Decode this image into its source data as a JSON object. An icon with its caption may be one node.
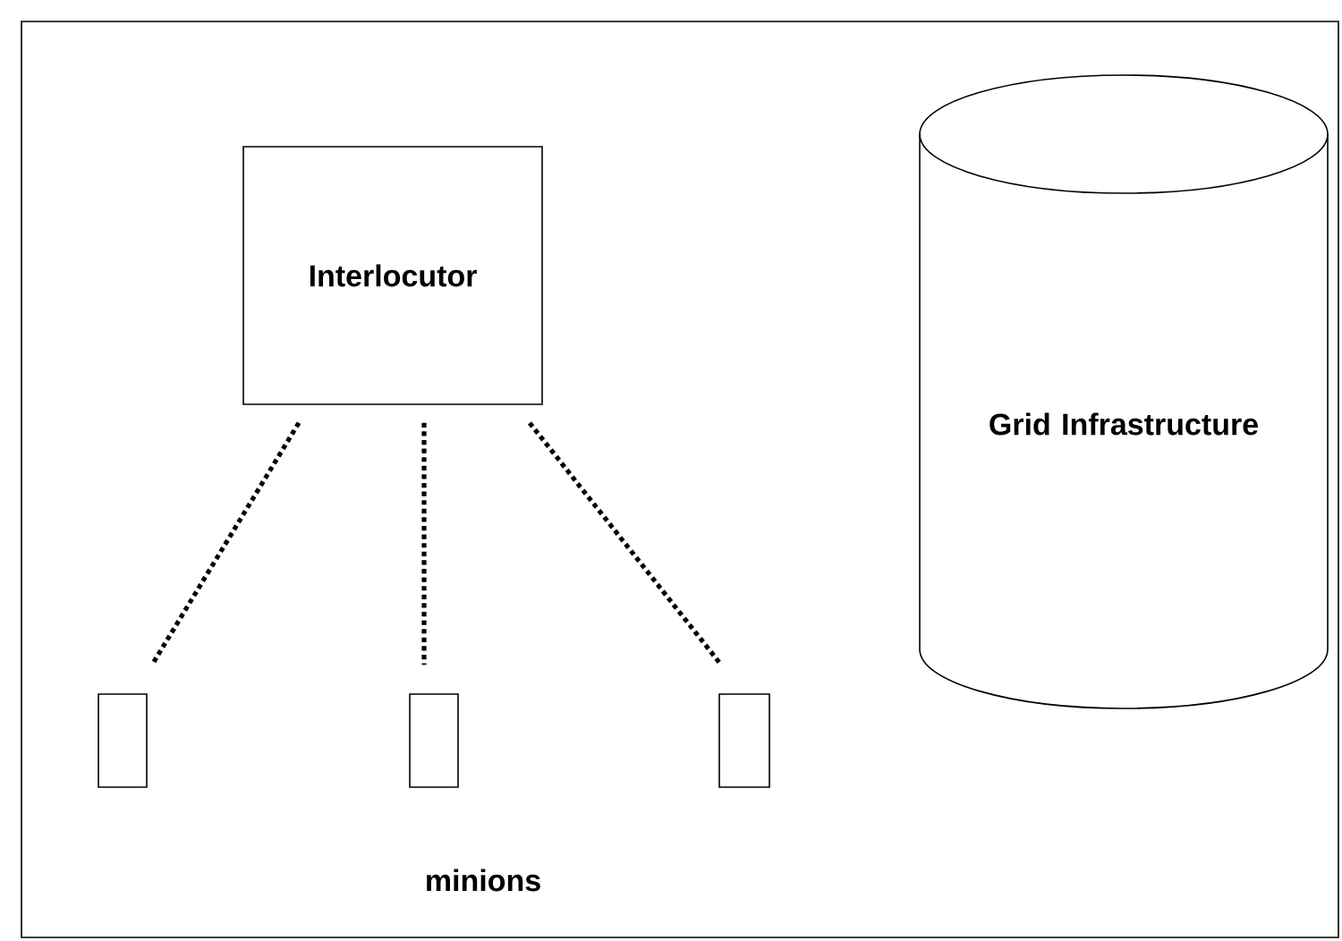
{
  "diagram": {
    "nodes": [
      {
        "text": [
          "Interlocutor"
        ]
      },
      {
        "text": [
          "Grid Infrastructure"
        ]
      },
      {
        "text": [],
        "shape": "box"
      },
      {
        "text": [],
        "shape": "box"
      },
      {
        "text": [],
        "shape": "box"
      }
    ],
    "edges": [
      {
        "from": 0,
        "to": 2,
        "arrow": "none"
      },
      {
        "from": 0,
        "to": 3,
        "arrow": "none"
      },
      {
        "from": 0,
        "to": 4,
        "arrow": "none"
      }
    ],
    "labels": [
      "minions"
    ]
  }
}
